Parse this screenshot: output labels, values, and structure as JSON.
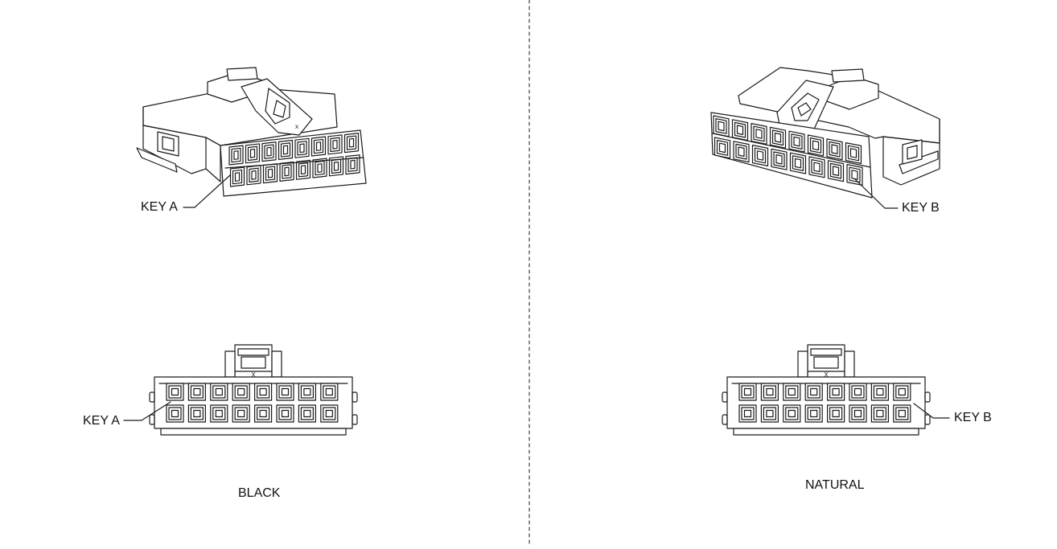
{
  "left_panel": {
    "iso_key_label": "KEY A",
    "front_key_label": "KEY A",
    "color_label": "BLACK",
    "latch_mark": "X"
  },
  "right_panel": {
    "iso_key_label": "KEY B",
    "front_key_label": "KEY B",
    "color_label": "NATURAL",
    "latch_mark": "X"
  },
  "colors": {
    "line": "#1a1a1a",
    "background": "#ffffff"
  }
}
